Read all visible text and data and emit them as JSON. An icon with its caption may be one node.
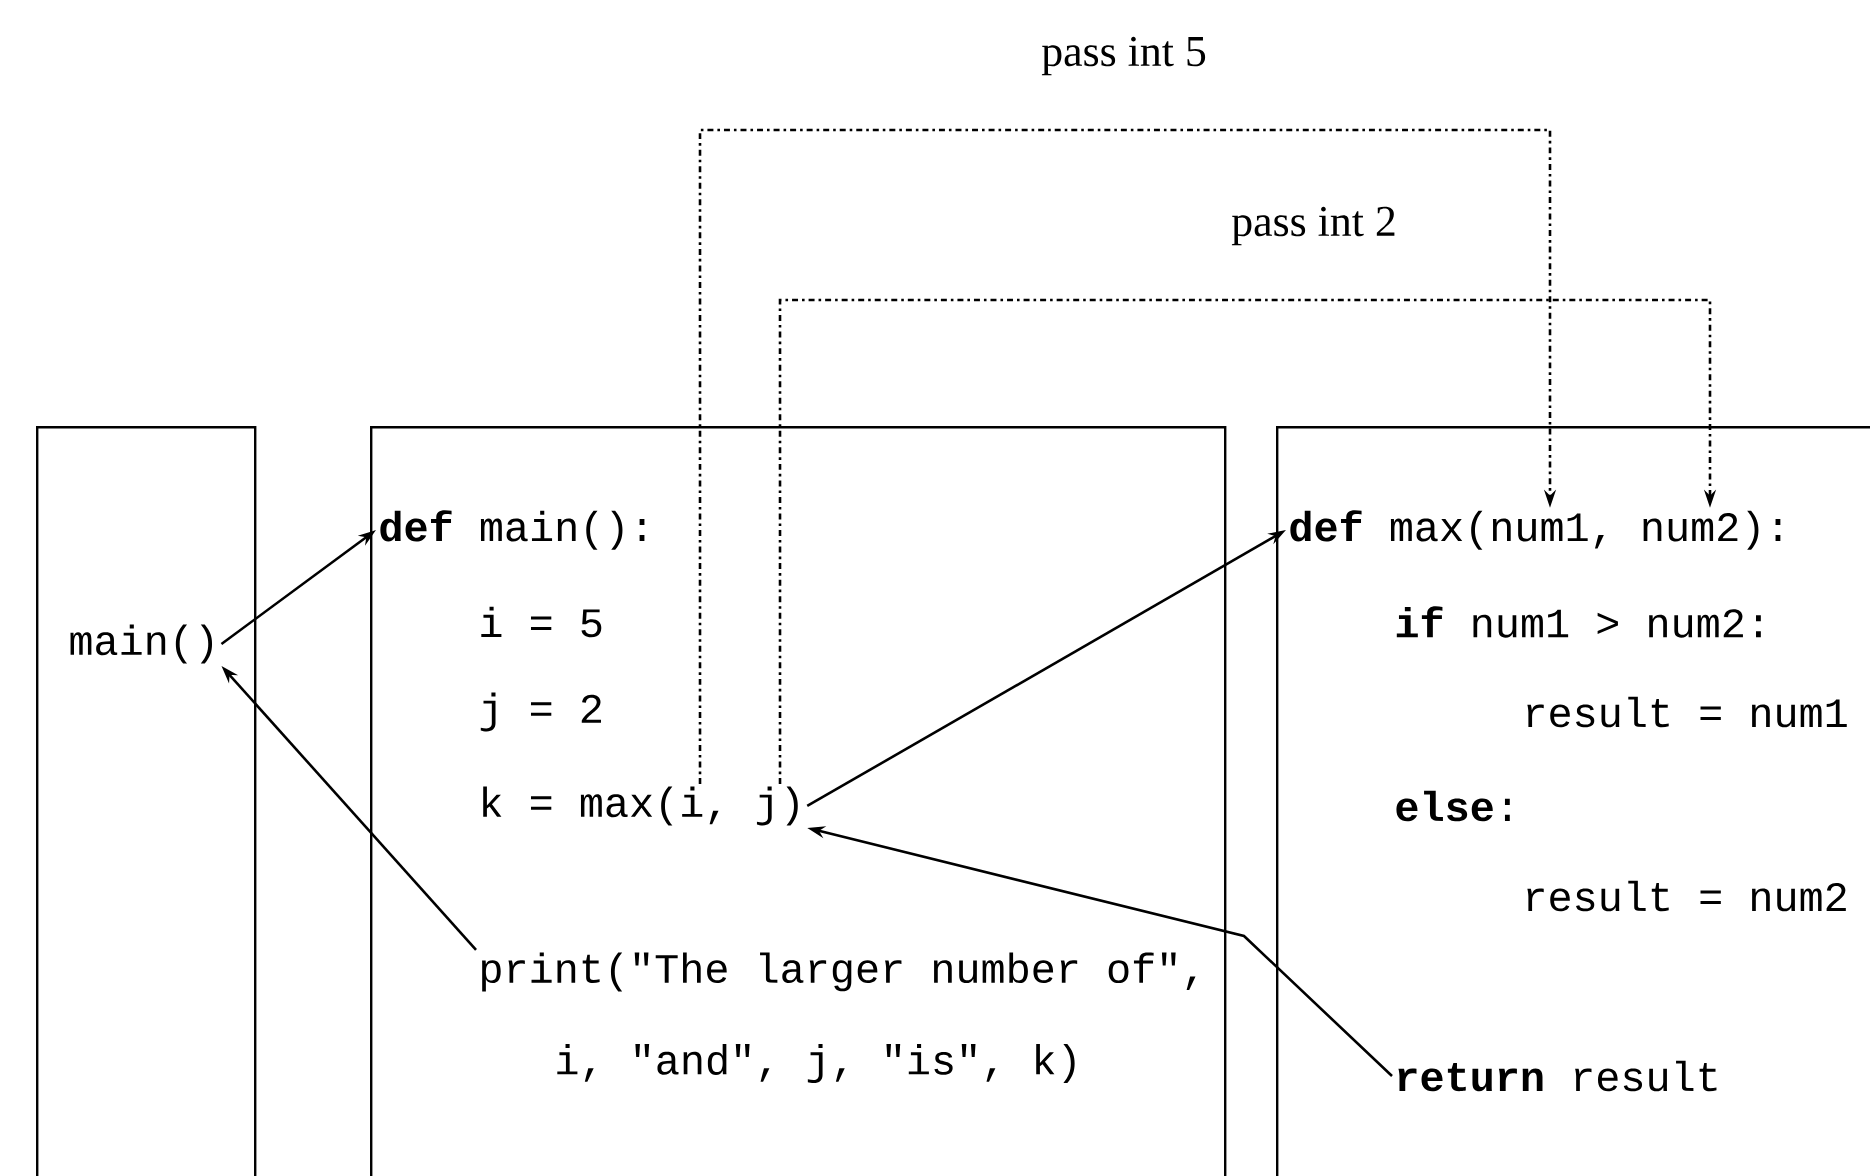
{
  "diagram": {
    "nodes": [
      {
        "text": [],
        "shape": "box"
      },
      {
        "text": [
          "main()"
        ],
        "in": 0
      },
      {
        "text": [],
        "shape": "box"
      },
      {
        "text": [
          "**def** main():"
        ],
        "in": 2
      },
      {
        "text": [
          "i = 5"
        ],
        "in": 2
      },
      {
        "text": [
          "j = 2"
        ],
        "in": 2
      },
      {
        "text": [
          "k = max(i, j)"
        ],
        "in": 2
      },
      {
        "text": [
          "print(\"The larger number of\", i, \"and\", j, \"is\", k)"
        ],
        "in": 2
      },
      {
        "text": [],
        "shape": "box"
      },
      {
        "text": [
          "**def** max(num1, num2):"
        ],
        "in": 8
      },
      {
        "text": [
          "**if** num1 > num2:"
        ],
        "in": 8
      },
      {
        "text": [
          "result = num1"
        ],
        "in": 8
      },
      {
        "text": [
          "**else**:"
        ],
        "in": 8
      },
      {
        "text": [
          "result = num2"
        ],
        "in": 8
      },
      {
        "text": [
          "**return** result"
        ],
        "in": 8
      }
    ],
    "edges": [
      {
        "from": 1,
        "to": 3,
        "arrow": "to"
      },
      {
        "from": 7,
        "to": 1,
        "arrow": "to"
      },
      {
        "from": 6,
        "to": 9,
        "arrow": "to"
      },
      {
        "from": 14,
        "to": 6,
        "arrow": "to"
      },
      {
        "from": 6,
        "to": 9,
        "arrow": "to",
        "style": "dashed",
        "label": "pass int 5"
      },
      {
        "from": 6,
        "to": 9,
        "arrow": "to",
        "style": "dashed",
        "label": "pass int 2"
      }
    ]
  }
}
